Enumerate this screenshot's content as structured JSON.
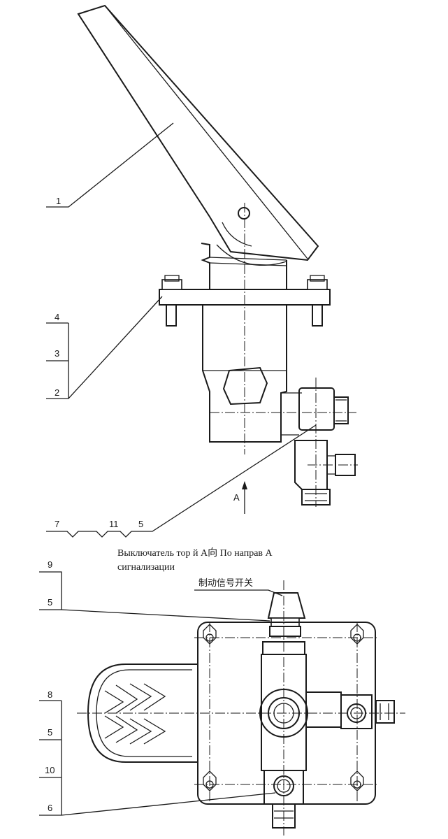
{
  "side_view": {
    "callouts": [
      "1",
      "4",
      "3",
      "2",
      "7",
      "11",
      "5"
    ],
    "view_arrow": "A"
  },
  "caption": {
    "line1": "Выключатель тор        й    A向 По направ      A",
    "line2": "сигнализации"
  },
  "top_view": {
    "callouts": [
      "9",
      "5",
      "8",
      "5",
      "10",
      "6"
    ],
    "switch_label_cn": "制动信号开关"
  }
}
